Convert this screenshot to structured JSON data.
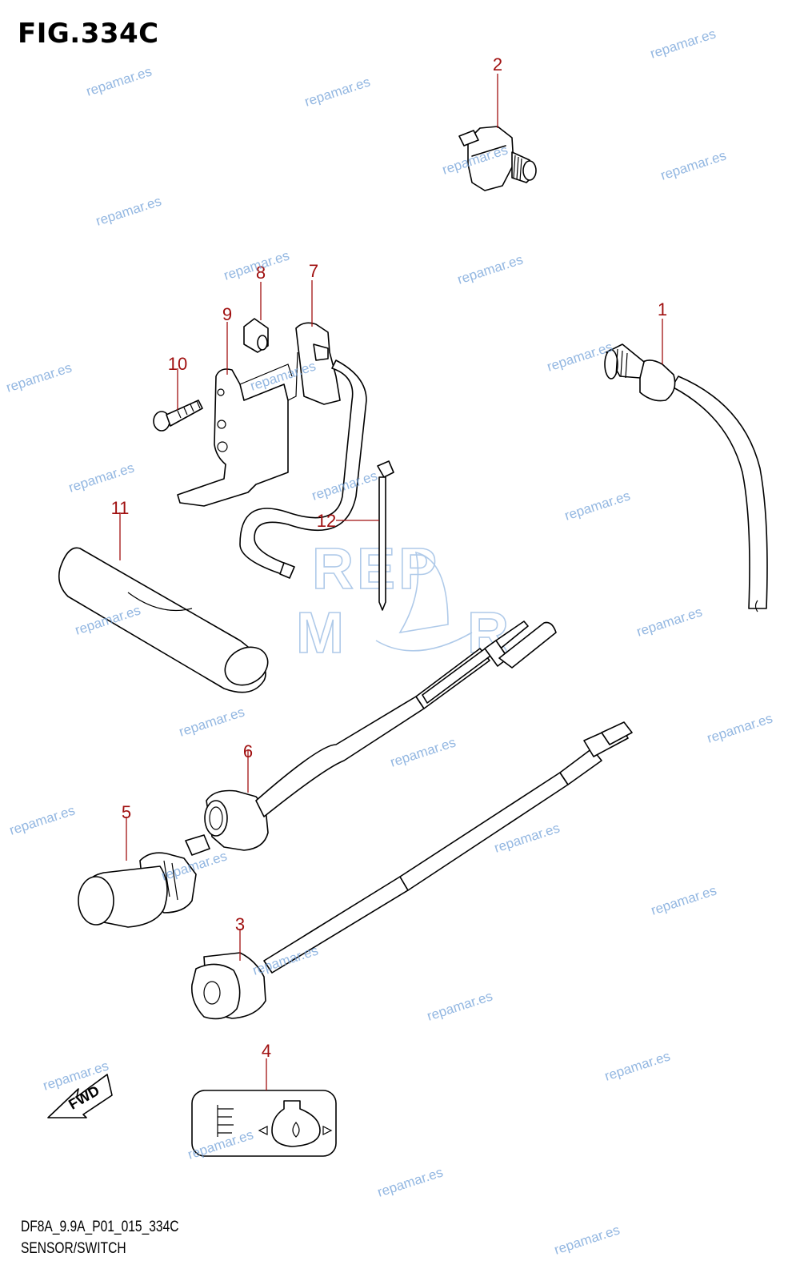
{
  "figure": {
    "title": "FIG.334C",
    "code": "DF8A_9.9A_P01_015_334C",
    "name": "SENSOR/SWITCH"
  },
  "callouts": [
    "1",
    "2",
    "3",
    "4",
    "5",
    "6",
    "7",
    "8",
    "9",
    "10",
    "11",
    "12"
  ],
  "fwd_label": "FWD",
  "watermark": {
    "text": "repamar.es",
    "logo": "REPMAR",
    "color": "#6f9fd8"
  },
  "colors": {
    "callout": "#a01010",
    "line": "#000000"
  }
}
